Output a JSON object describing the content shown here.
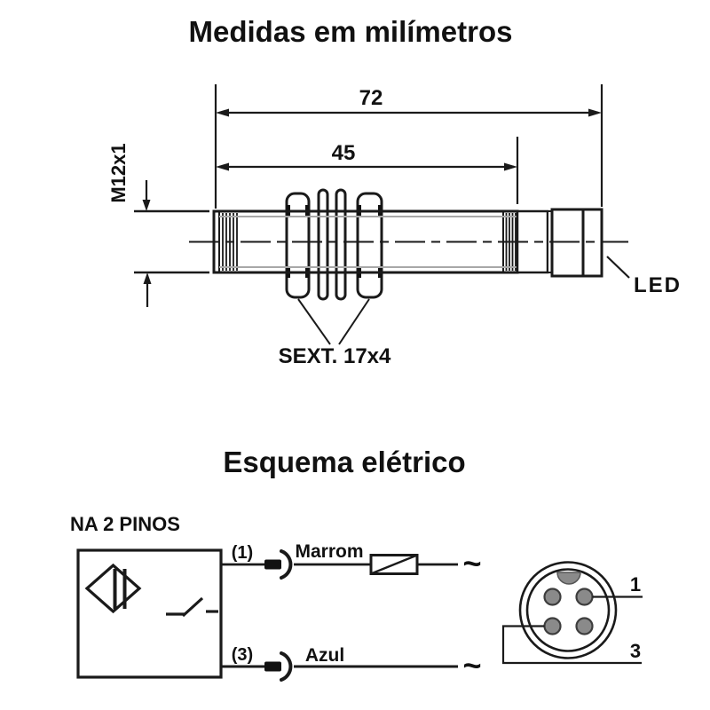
{
  "page": {
    "background": "#ffffff",
    "line_color": "#1a1a1a",
    "gray_highlight": "#a8a8a8",
    "pin_fill": "#8a8a8a"
  },
  "dimension_drawing": {
    "title": "Medidas em milímetros",
    "overall_length_mm": "72",
    "thread_length_mm": "45",
    "thread_spec": "M12x1",
    "hex_spec": "SEXT. 17x4",
    "led_label": "LED"
  },
  "schematic": {
    "title": "Esquema elétrico",
    "variant_label": "NA 2 PINOS",
    "wires": [
      {
        "terminal": "(1)",
        "color_name": "Marrom",
        "supply_symbol": "~"
      },
      {
        "terminal": "(3)",
        "color_name": "Azul",
        "supply_symbol": "~"
      }
    ],
    "connector_pins": {
      "pin1": "1",
      "pin3": "3"
    }
  }
}
